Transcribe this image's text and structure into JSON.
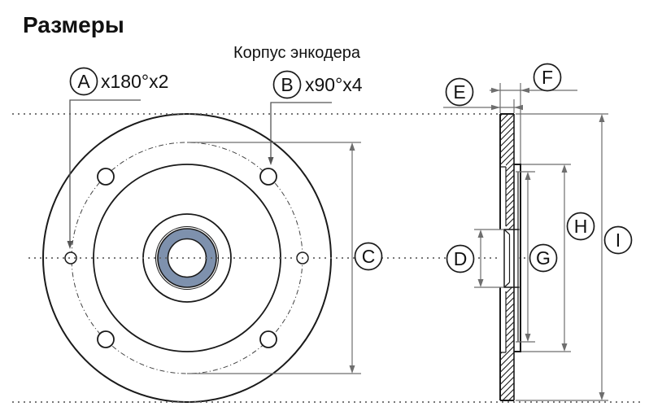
{
  "title": "Размеры",
  "subtitle": "Корпус энкодера",
  "callouts": {
    "a": {
      "letter": "A",
      "note": "x180°x2"
    },
    "b": {
      "letter": "B",
      "note": "x90°x4"
    },
    "c": {
      "letter": "C"
    },
    "d": {
      "letter": "D"
    },
    "e": {
      "letter": "E"
    },
    "f": {
      "letter": "F"
    },
    "g": {
      "letter": "G"
    },
    "h": {
      "letter": "H"
    },
    "i": {
      "letter": "I"
    }
  },
  "colors": {
    "bearing_ring": "#7e91ad",
    "outline": "#1a1a1a",
    "dimension_line": "#6e6e6e"
  }
}
